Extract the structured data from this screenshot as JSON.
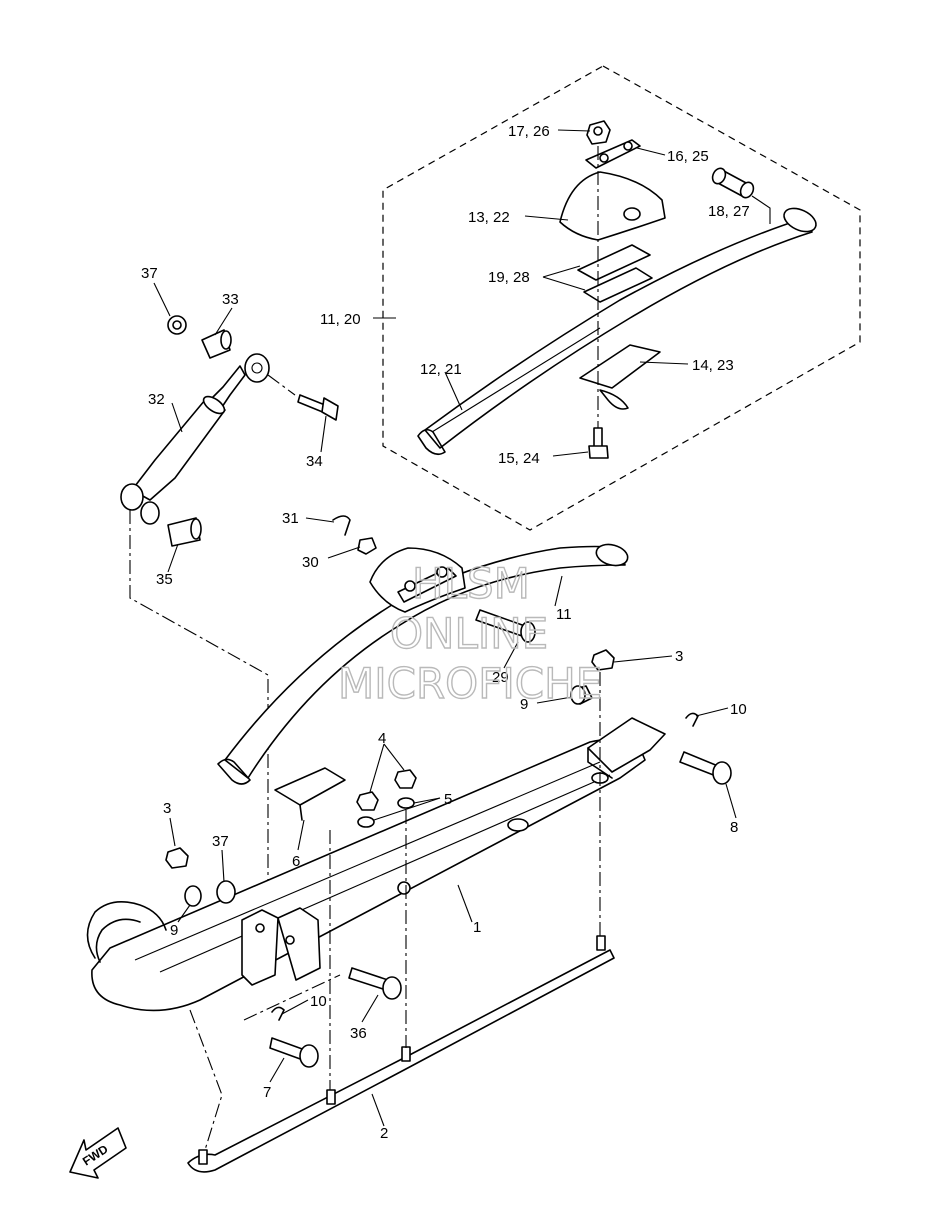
{
  "labels": {
    "l_17_26": "17, 26",
    "l_16_25": "16, 25",
    "l_13_22": "13, 22",
    "l_18_27": "18, 27",
    "l_19_28": "19, 28",
    "l_11_20": "11, 20",
    "l_12_21": "12, 21",
    "l_14_23": "14, 23",
    "l_15_24": "15, 24",
    "l_37_top": "37",
    "l_33": "33",
    "l_32": "32",
    "l_34": "34",
    "l_35": "35",
    "l_31": "31",
    "l_30": "30",
    "l_11": "11",
    "l_29": "29",
    "l_3_right": "3",
    "l_9_right": "9",
    "l_10_right": "10",
    "l_8": "8",
    "l_4": "4",
    "l_5": "5",
    "l_6": "6",
    "l_3_left": "3",
    "l_37_left": "37",
    "l_9_left": "9",
    "l_1": "1",
    "l_10_left": "10",
    "l_36": "36",
    "l_7": "7",
    "l_2": "2"
  },
  "watermark": {
    "line1": "HLSM",
    "line2": "ONLINE",
    "line3": "MICROFICHE"
  },
  "direction_badge": "FWD"
}
